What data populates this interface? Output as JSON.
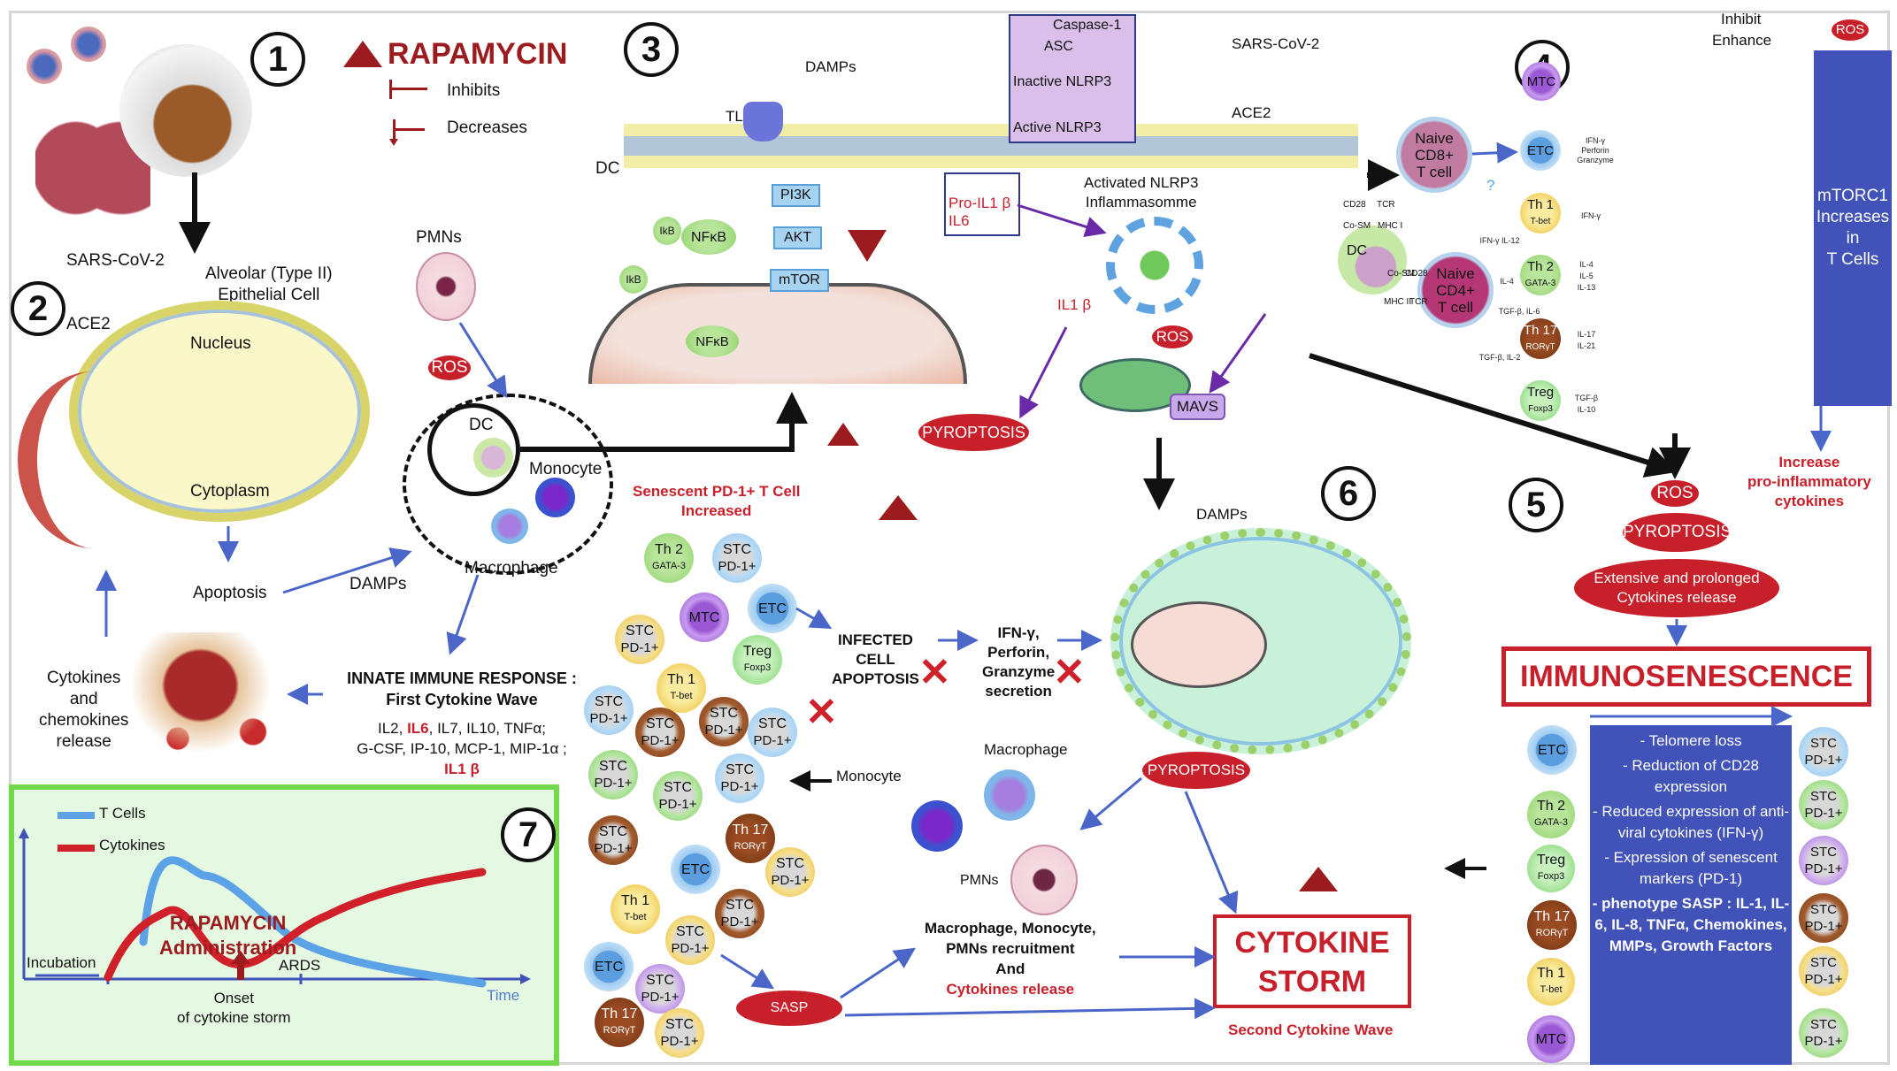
{
  "panels": {
    "p1": {
      "number": "1"
    },
    "p2": {
      "number": "2"
    },
    "p3": {
      "number": "3"
    },
    "p4": {
      "number": "4"
    },
    "p5": {
      "number": "5"
    },
    "p6": {
      "number": "6"
    },
    "p7": {
      "number": "7"
    }
  },
  "legend_rapamycin": {
    "title": "RAPAMYCIN",
    "inhibits": "Inhibits",
    "decreases": "Decreases"
  },
  "legend_top_right": {
    "inhibit": "Inhibit",
    "enhance": "Enhance",
    "ros": "ROS"
  },
  "nlrp3_legend": {
    "caspase": "Caspase-1",
    "asc": "ASC",
    "inactive": "Inactive NLRP3",
    "active": "Active NLRP3"
  },
  "panel2": {
    "virus": "SARS-CoV-2",
    "receptor": "ACE2",
    "cell_type_line1": "Alveolar (Type II)",
    "cell_type_line2": "Epithelial Cell",
    "nucleus": "Nucleus",
    "cytoplasm": "Cytoplasm",
    "apoptosis": "Apoptosis",
    "damps": "DAMPs",
    "pmns": "PMNs",
    "ros": "ROS",
    "dc": "DC",
    "monocyte": "Monocyte",
    "macrophage": "Macrophage",
    "release_line1": "Cytokines",
    "release_line2": "and",
    "release_line3": "chemokines",
    "release_line4": "release",
    "innate_title": "INNATE IMMUNE RESPONSE :",
    "innate_subtitle": "First Cytokine Wave",
    "cytokines_a": "IL2, ",
    "cytokines_il6": "IL6",
    "cytokines_b": ", IL7, IL10, TNFα;",
    "cytokines_line2": "G-CSF, IP-10, MCP-1, MIP-1α ;",
    "cytokines_il1b": "IL1 β"
  },
  "panel3": {
    "dc": "DC",
    "damps": "DAMPs",
    "tlr": "TLR",
    "pi3k": "PI3K",
    "akt": "AKT",
    "mtor": "mTOR",
    "ikb": "IkB",
    "nfkb": "NFκB",
    "pro_il1b": "Pro-IL1 β",
    "il6": "IL6",
    "activated_line1": "Activated NLRP3",
    "activated_line2": "Inflammasomme",
    "il1b": "IL1 β",
    "ros": "ROS",
    "mavs": "MAVS",
    "pyroptosis": "PYROPTOSIS",
    "virus": "SARS-CoV-2",
    "receptor": "ACE2",
    "senescent_line1": "Senescent PD-1+ T Cell",
    "senescent_line2": "Increased"
  },
  "panel4": {
    "naive_cd8": [
      "Naive",
      "CD8+",
      "T cell"
    ],
    "naive_cd4": [
      "Naive",
      "CD4+",
      "T cell"
    ],
    "dc": "DC",
    "cd28": "CD28",
    "tcr": "TCR",
    "cosm": "Co-SM",
    "mhc1": "MHC I",
    "mhc2": "MHC II",
    "question": "?",
    "mtorc1_box": [
      "mTORC1",
      "Increases",
      "in",
      "T Cells"
    ],
    "increase_label": [
      "Increase",
      "pro-inflammatory",
      "cytokines"
    ],
    "branches": [
      {
        "name": "MTC",
        "sub": "",
        "signal": "",
        "products": ""
      },
      {
        "name": "ETC",
        "sub": "",
        "signal": "",
        "products": "IFN-γ\nPerforin\nGranzyme"
      },
      {
        "name": "Th 1",
        "sub": "T-bet",
        "signal": "IFN-γ IL-12",
        "products": "IFN-γ"
      },
      {
        "name": "Th 2",
        "sub": "GATA-3",
        "signal": "IL-4",
        "products": "IL-4\nIL-5\nIL-13"
      },
      {
        "name": "Th 17",
        "sub": "RORγT",
        "signal": "TGF-β, IL-6",
        "products": "IL-17\nIL-21"
      },
      {
        "name": "Treg",
        "sub": "Foxp3",
        "signal": "TGF-β, IL-2",
        "products": "TGF-β\nIL-10"
      }
    ]
  },
  "panel5": {
    "ros": "ROS",
    "pyroptosis": "PYROPTOSIS",
    "release_line1": "Extensive and prolonged",
    "release_line2": "Cytokines release",
    "immunosenescence": "IMMUNOSENESCENCE",
    "features": [
      "- Telomere loss",
      "-   Reduction of CD28 expression",
      "-   Reduced expression of anti-viral cytokines (IFN-γ)",
      "-   Expression of senescent markers (PD-1)",
      "-   phenotype SASP : IL-1, IL-6, IL-8, TNFα, Chemokines, MMPs, Growth Factors"
    ],
    "left_cells": [
      {
        "name": "ETC",
        "sub": ""
      },
      {
        "name": "Th 2",
        "sub": "GATA-3"
      },
      {
        "name": "Treg",
        "sub": "Foxp3"
      },
      {
        "name": "Th 17",
        "sub": "RORγT"
      },
      {
        "name": "Th 1",
        "sub": "T-bet"
      },
      {
        "name": "MTC",
        "sub": ""
      }
    ],
    "right_cells_label": [
      "STC",
      "PD-1+"
    ]
  },
  "panel6": {
    "damps": "DAMPs",
    "pyroptosis": "PYROPTOSIS",
    "infected_line1": "INFECTED",
    "infected_line2": "CELL",
    "infected_line3": "APOPTOSIS",
    "ifn_line1": "IFN-γ,",
    "ifn_line2": "Perforin,",
    "ifn_line3": "Granzyme",
    "ifn_line4": "secretion",
    "monocyte": "Monocyte",
    "macrophage": "Macrophage",
    "pmns": "PMNs",
    "recruit_line1": "Macrophage, Monocyte,",
    "recruit_line2": "PMNs recruitment",
    "recruit_line3": "And",
    "recruit_line4": "Cytokines release",
    "sasp": "SASP",
    "storm_line1": "CYTOKINE",
    "storm_line2": "STORM",
    "second_wave": "Second Cytokine Wave"
  },
  "cluster_cells": [
    {
      "name": "Th 2",
      "sub": "GATA-3",
      "kind": "green"
    },
    {
      "name": "STC",
      "sub": "PD-1+",
      "kind": "stcblue"
    },
    {
      "name": "ETC",
      "sub": "",
      "kind": "blue"
    },
    {
      "name": "STC",
      "sub": "PD-1+",
      "kind": "stcyellow"
    },
    {
      "name": "MTC",
      "sub": "",
      "kind": "purple"
    },
    {
      "name": "Treg",
      "sub": "Foxp3",
      "kind": "lgreen"
    },
    {
      "name": "Th 1",
      "sub": "T-bet",
      "kind": "yellow"
    },
    {
      "name": "STC",
      "sub": "PD-1+",
      "kind": "stcblue"
    },
    {
      "name": "STC",
      "sub": "PD-1+",
      "kind": "stcbrown"
    },
    {
      "name": "STC",
      "sub": "PD-1+",
      "kind": "stcbrown"
    },
    {
      "name": "STC",
      "sub": "PD-1+",
      "kind": "stcblue"
    },
    {
      "name": "STC",
      "sub": "PD-1+",
      "kind": "stcgreen"
    },
    {
      "name": "STC",
      "sub": "PD-1+",
      "kind": "stcgreen"
    },
    {
      "name": "STC",
      "sub": "PD-1+",
      "kind": "stcblue"
    },
    {
      "name": "STC",
      "sub": "PD-1+",
      "kind": "stcbrown"
    },
    {
      "name": "Th 17",
      "sub": "RORγT",
      "kind": "brown"
    },
    {
      "name": "ETC",
      "sub": "",
      "kind": "blue"
    },
    {
      "name": "STC",
      "sub": "PD-1+",
      "kind": "stcyellow"
    },
    {
      "name": "Th 1",
      "sub": "T-bet",
      "kind": "yellow"
    },
    {
      "name": "STC",
      "sub": "PD-1+",
      "kind": "stcbrown"
    },
    {
      "name": "STC",
      "sub": "PD-1+",
      "kind": "stcyellow"
    },
    {
      "name": "ETC",
      "sub": "",
      "kind": "blue"
    },
    {
      "name": "STC",
      "sub": "PD-1+",
      "kind": "stcpurple"
    },
    {
      "name": "Th 17",
      "sub": "RORγT",
      "kind": "brown"
    },
    {
      "name": "STC",
      "sub": "PD-1+",
      "kind": "stcyellow"
    }
  ],
  "panel7": {
    "legend_tcells": "T Cells",
    "legend_cytokines": "Cytokines",
    "incubation": "Incubation",
    "rapamycin_line1": "RAPAMYCIN",
    "rapamycin_line2": "Administration",
    "ards": "ARDS",
    "onset_line1": "Onset",
    "onset_line2": "of cytokine storm",
    "time": "Time",
    "colors": {
      "tcells": "#5ba3e6",
      "cytokines": "#d0202a"
    }
  }
}
